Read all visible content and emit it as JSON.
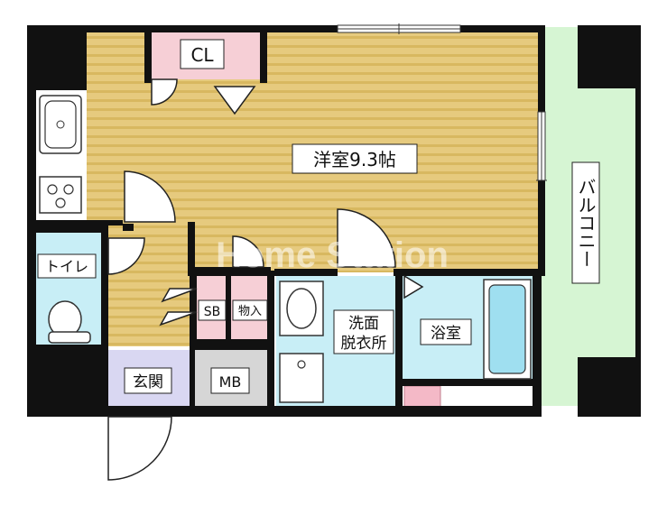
{
  "rooms": {
    "western_room": "洋室9.3帖",
    "closet": "CL",
    "balcony": "バルコニー",
    "toilet": "トイレ",
    "shoe_box": "SB",
    "storage": "物入",
    "washroom_line1": "洗面",
    "washroom_line2": "脱衣所",
    "bathroom": "浴室",
    "entrance": "玄関",
    "meter_box": "MB"
  },
  "watermark": "Home Station",
  "colors": {
    "wall": "#111111",
    "floor_wood": "#e3c77a",
    "floor_stripe": "#d9b964",
    "closet": "#f6cfd6",
    "balcony": "#d6f5d3",
    "wet_area": "#c8eef6",
    "entrance": "#d9d7f2",
    "meter_box": "#d6d6d6",
    "pink_box": "#f4b9c7"
  }
}
